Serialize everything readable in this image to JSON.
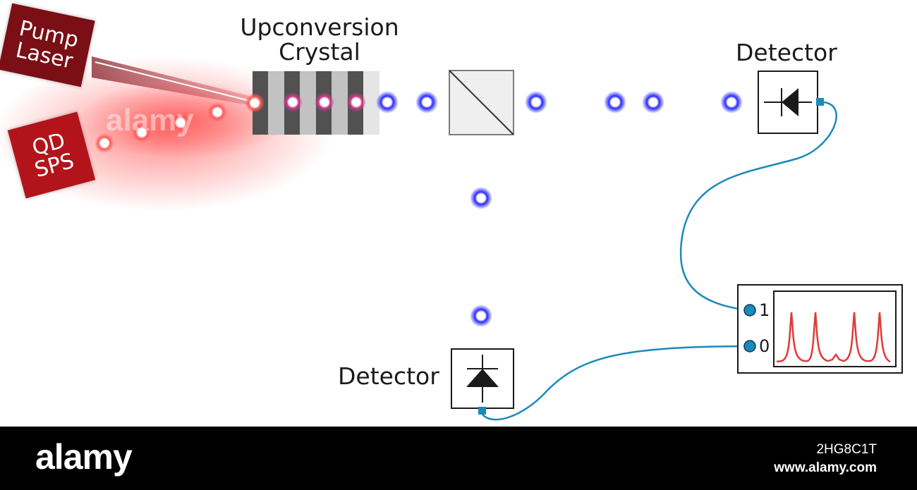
{
  "diagram": {
    "pump_laser": {
      "line1": "Pump",
      "line2": "Laser"
    },
    "qd_source": {
      "line1": "QD",
      "line2": "SPS"
    },
    "crystal_label": {
      "line1": "Upconversion",
      "line2": "Crystal"
    },
    "detector_top_label": "Detector",
    "detector_bottom_label": "Detector",
    "oscilloscope": {
      "channel_1": "1",
      "channel_0": "0"
    },
    "colors": {
      "pump_laser_box": "#7a0f16",
      "qd_source_box": "#b3141b",
      "red_photon": "#ff5a5a",
      "blue_photon": "#1a1aff",
      "fiber": "#1a8ab8",
      "trace": "#e03a3a"
    }
  },
  "watermark": {
    "text": "alamy"
  },
  "footer": {
    "brand": "alamy",
    "image_code": "2HG8C1T",
    "site": "www.alamy.com"
  }
}
